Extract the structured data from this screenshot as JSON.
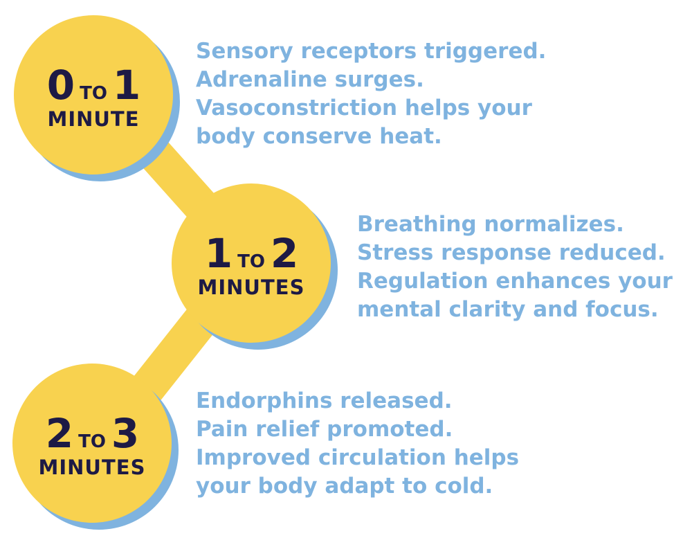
{
  "colors": {
    "circle_fill": "#f8d24f",
    "circle_shadow": "#7fb3df",
    "circle_text": "#1d1a45",
    "description_text": "#7fb3df",
    "connector": "#f8d24f"
  },
  "stages": [
    {
      "from": "0",
      "to_word": "TO",
      "to": "1",
      "unit": "MINUTE",
      "lines": [
        "Sensory receptors triggered.",
        "Adrenaline surges.",
        "Vasoconstriction helps your",
        "body conserve heat."
      ]
    },
    {
      "from": "1",
      "to_word": "TO",
      "to": "2",
      "unit": "MINUTES",
      "lines": [
        "Breathing normalizes.",
        "Stress response reduced.",
        "Regulation enhances your",
        "mental clarity and focus."
      ]
    },
    {
      "from": "2",
      "to_word": "TO",
      "to": "3",
      "unit": "MINUTES",
      "lines": [
        "Endorphins released.",
        "Pain relief promoted.",
        "Improved circulation helps",
        "your body adapt to cold."
      ]
    }
  ]
}
